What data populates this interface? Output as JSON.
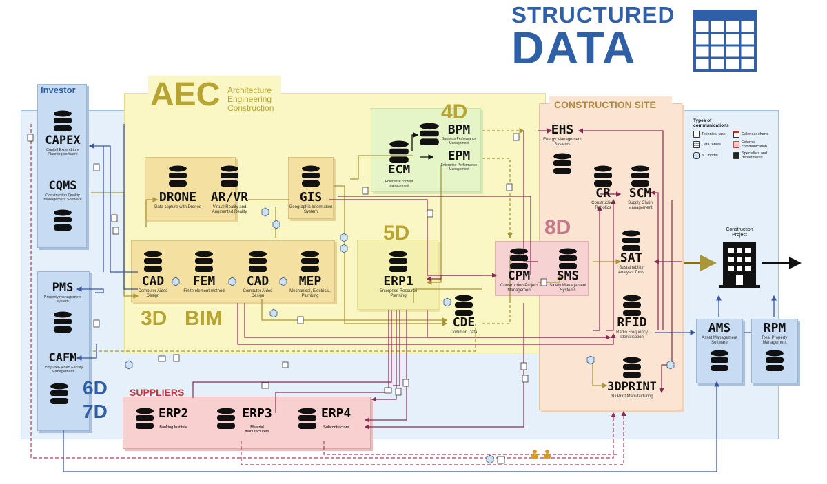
{
  "title": {
    "line1": "STRUCTURED",
    "line2": "DATA",
    "color": "#2f5fa6"
  },
  "zones": {
    "investor": "Investor",
    "aec_big": "AEC",
    "aec_words": [
      "Architecture",
      "Engineering",
      "Construction"
    ],
    "construction_site": "CONSTRUCTION SITE",
    "suppliers": "SUPPLIERS",
    "d4": "4D",
    "d5": "5D",
    "d8": "8D",
    "d3": "3D",
    "bim": "BIM",
    "d6": "6D",
    "d7": "7D"
  },
  "nodes": {
    "capex": {
      "title": "CAPEX",
      "sub": "Capital Expenditure Planning software"
    },
    "cqms": {
      "title": "CQMS",
      "sub": "Construction Quality Management Software"
    },
    "pms": {
      "title": "PMS",
      "sub": "Property management system"
    },
    "cafm": {
      "title": "CAFM",
      "sub": "Computer-Aided Facility Management"
    },
    "drone": {
      "title": "DRONE",
      "sub": "Data capture with Drones"
    },
    "arvr": {
      "title": "AR/VR",
      "sub": "Virtual Reality and Augmented Reality"
    },
    "gis": {
      "title": "GIS",
      "sub": "Geographic Information System"
    },
    "cad1": {
      "title": "CAD",
      "sub": "Computer Aided Design"
    },
    "fem": {
      "title": "FEM",
      "sub": "Finite element method"
    },
    "cad2": {
      "title": "CAD",
      "sub": "Computer Aided Design"
    },
    "mep": {
      "title": "MEP",
      "sub": "Mechanical, Electrical, Plumbing"
    },
    "bpm": {
      "title": "BPM",
      "sub": "Business Performance Management"
    },
    "epm": {
      "title": "EPM",
      "sub": "Enterprise Performance Management"
    },
    "ecm": {
      "title": "ECM",
      "sub": "Enterprise content management"
    },
    "erp1": {
      "title": "ERP1",
      "sub": "Enterprise Resource Planning"
    },
    "cde": {
      "title": "CDE",
      "sub": "Common Data"
    },
    "cpm": {
      "title": "CPM",
      "sub": "Construction Project Managemen"
    },
    "sms": {
      "title": "SMS",
      "sub": "Safety Management Systems"
    },
    "ehs": {
      "title": "EHS",
      "sub": "Energy Management Systems"
    },
    "cr": {
      "title": "CR",
      "sub": "Construction Robotics"
    },
    "scm": {
      "title": "SCM",
      "sub": "Supply Chain Management"
    },
    "sat": {
      "title": "SAT",
      "sub": "Sustainability Analysis Tools"
    },
    "rfid": {
      "title": "RFID",
      "sub": "Radio Frequency Identification"
    },
    "print3d": {
      "title": "3DPRINT",
      "sub": "3D Print Manufacturing"
    },
    "ams": {
      "title": "AMS",
      "sub": "Asset Management Software"
    },
    "rpm": {
      "title": "RPM",
      "sub": "Real Property Management"
    },
    "erp2": {
      "title": "ERP2",
      "sub": "Banking Institute"
    },
    "erp3": {
      "title": "ERP3",
      "sub": "Material manufacturers"
    },
    "erp4": {
      "title": "ERP4",
      "sub": "Subcontractors"
    },
    "project": {
      "title": "Construction Project"
    }
  },
  "legend": {
    "title": "Types of communications",
    "items": [
      {
        "label": "Technical task",
        "icon": "document-icon"
      },
      {
        "label": "Calendar charts",
        "icon": "calendar-icon"
      },
      {
        "label": "Data tables",
        "icon": "table-icon"
      },
      {
        "label": "External communication",
        "icon": "envelope-icon"
      },
      {
        "label": "3D model",
        "icon": "cube-icon"
      },
      {
        "label": "Specialists and departments",
        "icon": "people-icon"
      }
    ]
  },
  "colors": {
    "investor": "#c7dcf2",
    "aec": "#fbf7c4",
    "fourd": "#e6f5c8",
    "site": "#fbe5d2",
    "sms": "#f6d2d2",
    "supplier": "#f8d0d0",
    "bim": "#f4e0a0",
    "outer": "#e6f0fa",
    "arrow_blue": "#3a56a6",
    "arrow_gold": "#a89638",
    "arrow_maroon": "#8a2a55",
    "arrow_purple": "#7a4aa0"
  }
}
